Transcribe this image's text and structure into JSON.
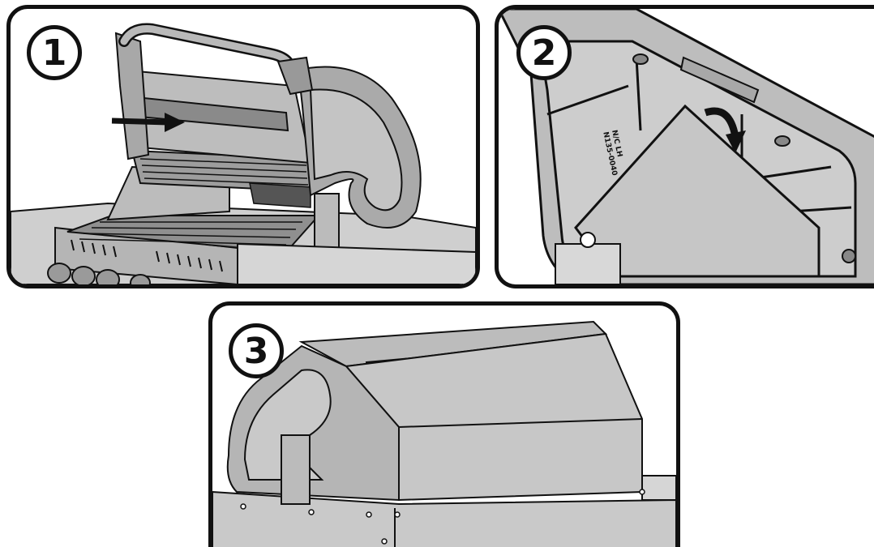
{
  "steps": [
    {
      "number": "1",
      "description_icon": "insert-arrow-icon"
    },
    {
      "number": "2",
      "description_icon": "rotate-arrow-icon",
      "part_code_line1": "N/C  LH",
      "part_code_line2": "N135-0040"
    },
    {
      "number": "3"
    }
  ],
  "colors": {
    "outline": "#111111",
    "metal_light": "#cfcfcf",
    "metal_mid": "#a9a9a9",
    "metal_dark": "#7d7d7d",
    "background": "#ffffff"
  }
}
